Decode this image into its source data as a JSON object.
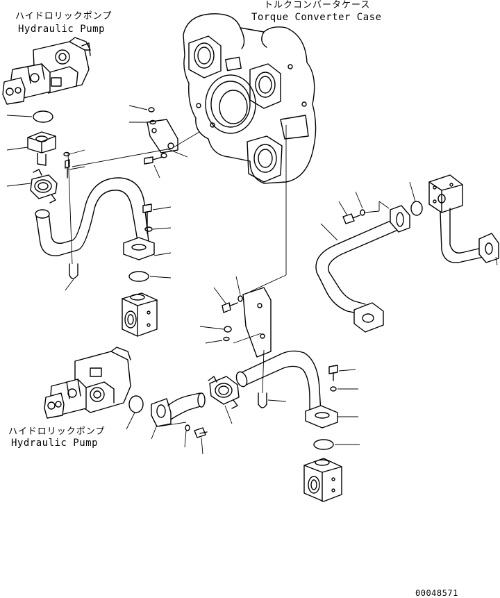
{
  "labels": {
    "pump_top_jp": "ハイドロリックポンプ",
    "pump_top_en": "Hydraulic Pump",
    "case_jp": "トルクコンバータケース",
    "case_en": "Torque Converter Case",
    "pump_bottom_jp": "ハイドロリックポンプ",
    "pump_bottom_en": "Hydraulic Pump",
    "drawing_number": "00048571"
  }
}
